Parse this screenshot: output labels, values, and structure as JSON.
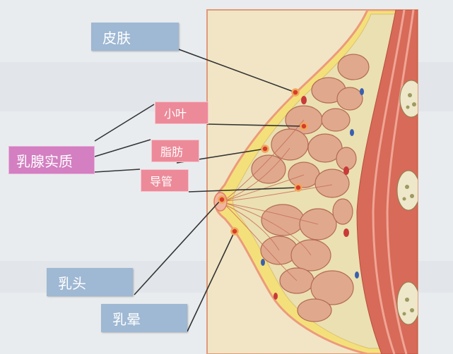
{
  "labels": {
    "skin": "皮肤",
    "lobule": "小叶",
    "glandular_parenchyma": "乳腺实质",
    "fat": "脂肪",
    "duct": "导管",
    "nipple": "乳头",
    "areola": "乳晕"
  },
  "colors": {
    "background": "#e9ecef",
    "blue_label": "#9fb8d3",
    "pink_label": "#ec8a99",
    "purple_label": "#d37fc1",
    "skin_fill": "#f1e5c5",
    "fat_yellow": "#f4e07a",
    "lobule_fill": "#e0a98e",
    "muscle_red": "#d76a58",
    "leader_line": "#333333"
  }
}
